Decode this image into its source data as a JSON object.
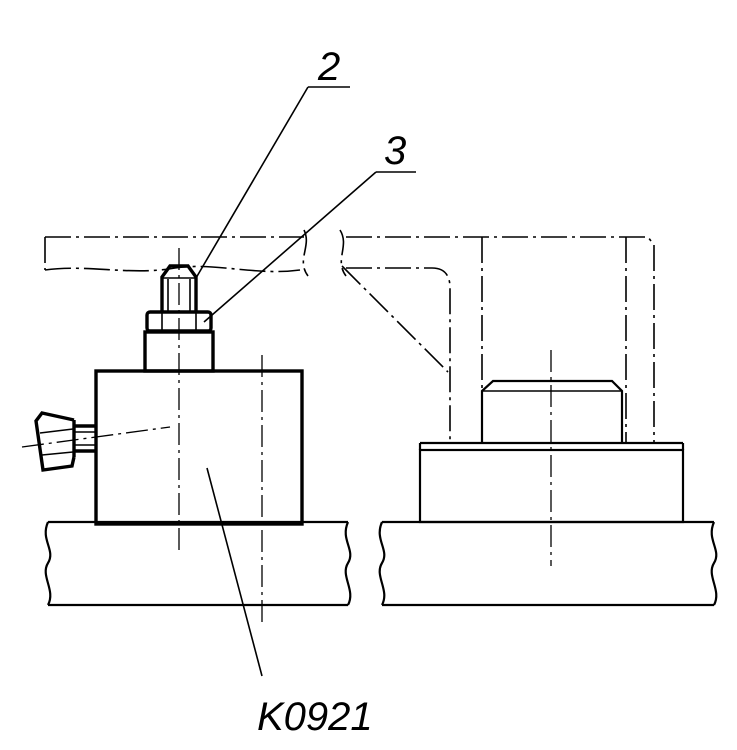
{
  "labels": {
    "part_2": "2",
    "part_3": "3",
    "part_code": "K0921"
  },
  "colors": {
    "line": "#000000",
    "background": "#ffffff"
  }
}
